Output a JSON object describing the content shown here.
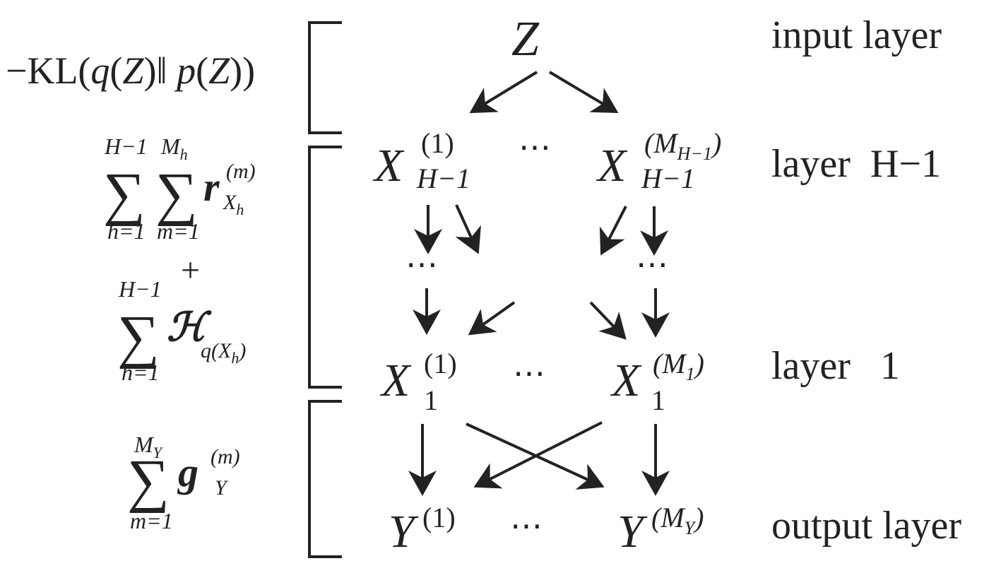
{
  "layers": {
    "input": "input layer",
    "hidden_top": "layer  H−1",
    "hidden_bottom": "layer   1",
    "output": "output layer"
  },
  "nodes": {
    "z": "Z",
    "x_top_left": "X",
    "x_top_left_sup": "(1)",
    "x_top_left_sub": "H−1",
    "x_top_right": "X",
    "x_top_right_sup": "(M",
    "x_top_right_sup_sub": "H−1",
    "x_top_right_sup_close": ")",
    "x_top_right_sub": "H−1",
    "x_bot_left": "X",
    "x_bot_left_sup": "(1)",
    "x_bot_left_sub": "1",
    "x_bot_right": "X",
    "x_bot_right_sup": "(M",
    "x_bot_right_sup_sub": "1",
    "x_bot_right_sup_close": ")",
    "x_bot_right_sub": "1",
    "y_left": "Y",
    "y_left_sup": "(1)",
    "y_right": "Y",
    "y_right_sup": "(M",
    "y_right_sup_sub": "Y",
    "y_right_sup_close": ")",
    "ellipsis": "⋯"
  },
  "terms": {
    "kl": {
      "minus_kl": "−KL(",
      "q": "q",
      "open1": "(",
      "z1": "Z",
      "close_bars": ")‖",
      "p": "p",
      "open2": "(",
      "z2": "Z",
      "close": "))"
    },
    "sum_r": {
      "sigma": "∑",
      "lower1": "h=1",
      "upper1": "H−1",
      "lower2": "m=1",
      "upper2": "M",
      "upper2_sub": "h",
      "r": "r",
      "r_sup": "(m)",
      "r_sub": "X",
      "r_sub_sub": "h"
    },
    "plus": "+",
    "sum_h": {
      "sigma": "∑",
      "lower": "h=1",
      "upper": "H−1",
      "H": "ℋ",
      "sub": "q(X",
      "sub_sub": "h",
      "sub_close": ")"
    },
    "sum_g": {
      "sigma": "∑",
      "lower": "m=1",
      "upper": "M",
      "upper_sub": "Y",
      "g": "g",
      "g_sup": "(m)",
      "g_sub": "Y"
    }
  }
}
